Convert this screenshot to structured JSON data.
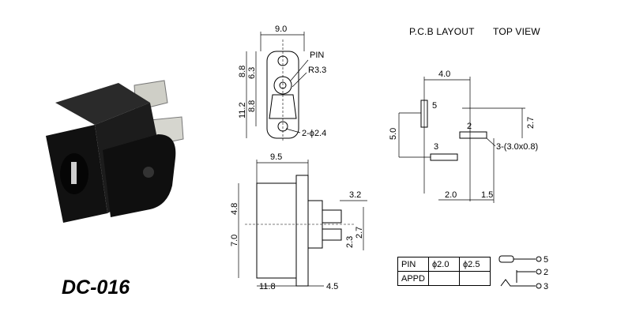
{
  "product": {
    "model": "DC-016"
  },
  "top_view_drawing": {
    "width": "9.0",
    "pin_label": "PIN",
    "radius": "R3.3",
    "height_upper": "8.8",
    "height_lower": "11.2",
    "inner_upper": "6.3",
    "inner_lower": "8.8",
    "hole": "2-ϕ2.4"
  },
  "side_view_drawing": {
    "length": "9.5",
    "pin_offset": "3.2",
    "height_upper": "4.8",
    "height_lower": "7.0",
    "pin_height": "2.7",
    "pin_height_2": "2.3",
    "base_length": "11.8",
    "tab_length": "4.5"
  },
  "pcb_layout": {
    "title": "P.C.B LAYOUT",
    "view_label": "TOP VIEW",
    "dim_top": "4.0",
    "dim_left": "5.0",
    "dim_right": "2.7",
    "dim_bottom_a": "2.0",
    "dim_bottom_b": "1.5",
    "slot_note": "3-(3.0x0.8)",
    "pin_numbers": [
      "5",
      "2",
      "3"
    ]
  },
  "pin_table": {
    "header": [
      "PIN",
      "ϕ2.0",
      "ϕ2.5"
    ],
    "row_label": "APPD"
  },
  "schematic": {
    "pins": [
      "5",
      "2",
      "3"
    ]
  }
}
